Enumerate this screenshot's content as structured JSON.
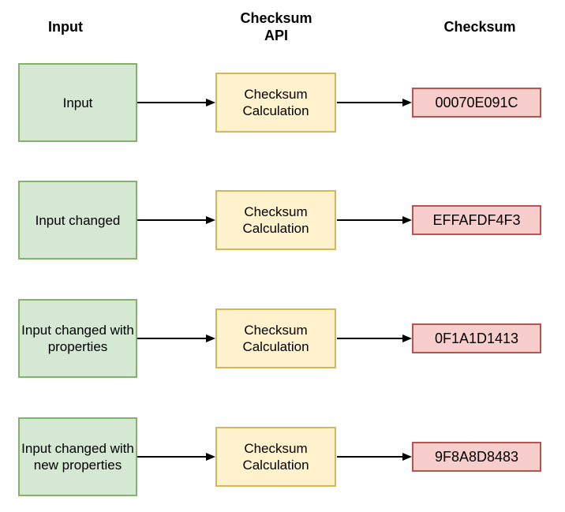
{
  "colors": {
    "background": "#ffffff",
    "text": "#000000",
    "arrow": "#000000",
    "input_fill": "#d5e8d4",
    "input_stroke": "#82b366",
    "api_fill": "#fff2cc",
    "api_stroke": "#d6b656",
    "checksum_fill": "#f8cecc",
    "checksum_stroke": "#b85450"
  },
  "headers": {
    "input": "Input",
    "api": "Checksum\nAPI",
    "checksum": "Checksum"
  },
  "rows": [
    {
      "input": "Input",
      "api": "Checksum\nCalculation",
      "checksum": "00070E091C"
    },
    {
      "input": "Input changed",
      "api": "Checksum\nCalculation",
      "checksum": "EFFAFDF4F3"
    },
    {
      "input": "Input changed with\nproperties",
      "api": "Checksum\nCalculation",
      "checksum": "0F1A1D1413"
    },
    {
      "input": "Input changed with\nnew properties",
      "api": "Checksum\nCalculation",
      "checksum": "9F8A8D8483"
    }
  ]
}
